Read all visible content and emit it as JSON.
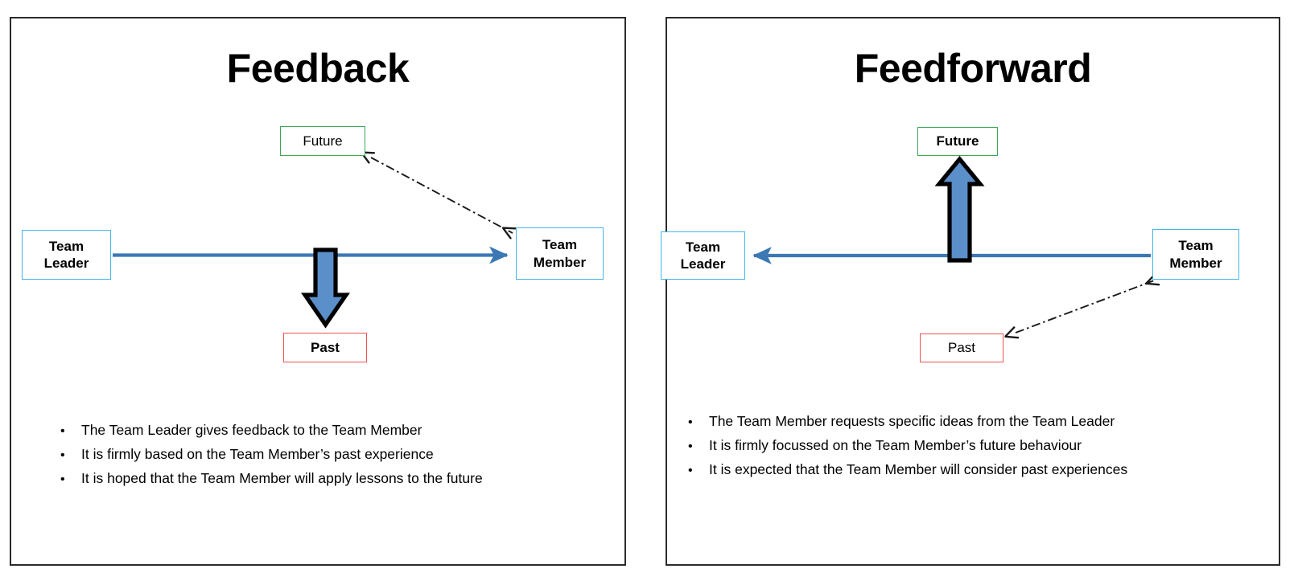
{
  "panels": [
    {
      "id": "feedback",
      "title": "Feedback",
      "nodes": {
        "actor_left": "Team\nLeader",
        "actor_right": "Team\nMember",
        "future": "Future",
        "past": "Past"
      },
      "bullets": [
        "The Team Leader gives feedback to the Team Member",
        "It is firmly based on the Team Member’s past experience",
        "It is hoped that the Team Member will apply lessons to the future"
      ],
      "bullet_marker": "•"
    },
    {
      "id": "feedforward",
      "title": "Feedforward",
      "nodes": {
        "actor_left": "Team\nLeader",
        "actor_right": "Team\nMember",
        "future": "Future",
        "past": "Past"
      },
      "bullets": [
        "The Team Member requests specific ideas from the Team Leader",
        "It is firmly focussed on the Team Member’s future behaviour",
        "It is expected that the Team Member will consider past experiences"
      ],
      "bullet_marker": "•"
    }
  ],
  "labels": {
    "team_leader_line1": "Team",
    "team_leader_line2": "Leader",
    "team_member_line1": "Team",
    "team_member_line2": "Member",
    "future": "Future",
    "past": "Past"
  },
  "colors": {
    "panel_border": "#2b2b2b",
    "actor_box_border": "#41b6e6",
    "future_box_border": "#3aa757",
    "past_box_border": "#ef5350",
    "main_arrow": "#3c78b4",
    "thick_arrow_fill": "#5b8fc9",
    "thick_arrow_outline": "#000000",
    "dashdot_arrow": "#1a1a1a",
    "text": "#000000",
    "background": "#ffffff"
  }
}
